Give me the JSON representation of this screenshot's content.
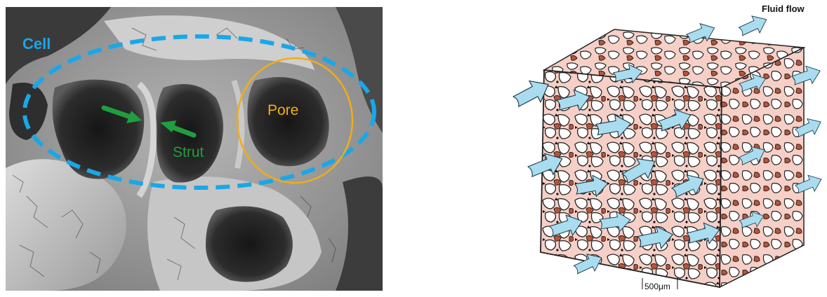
{
  "left_figure": {
    "labels": {
      "cell": "Cell",
      "pore": "Pore",
      "strut": "Strut"
    },
    "colors": {
      "cell": "#1aa7e8",
      "pore": "#f0ad17",
      "strut": "#1f9e3f"
    }
  },
  "right_figure": {
    "labels": {
      "fluid_flow": "Fluid flow",
      "scale_bar": "500μm"
    },
    "colors": {
      "matrix": "#f6cfc6",
      "strut_fill": "#b9543a",
      "arrow": "#a9dcef"
    }
  }
}
